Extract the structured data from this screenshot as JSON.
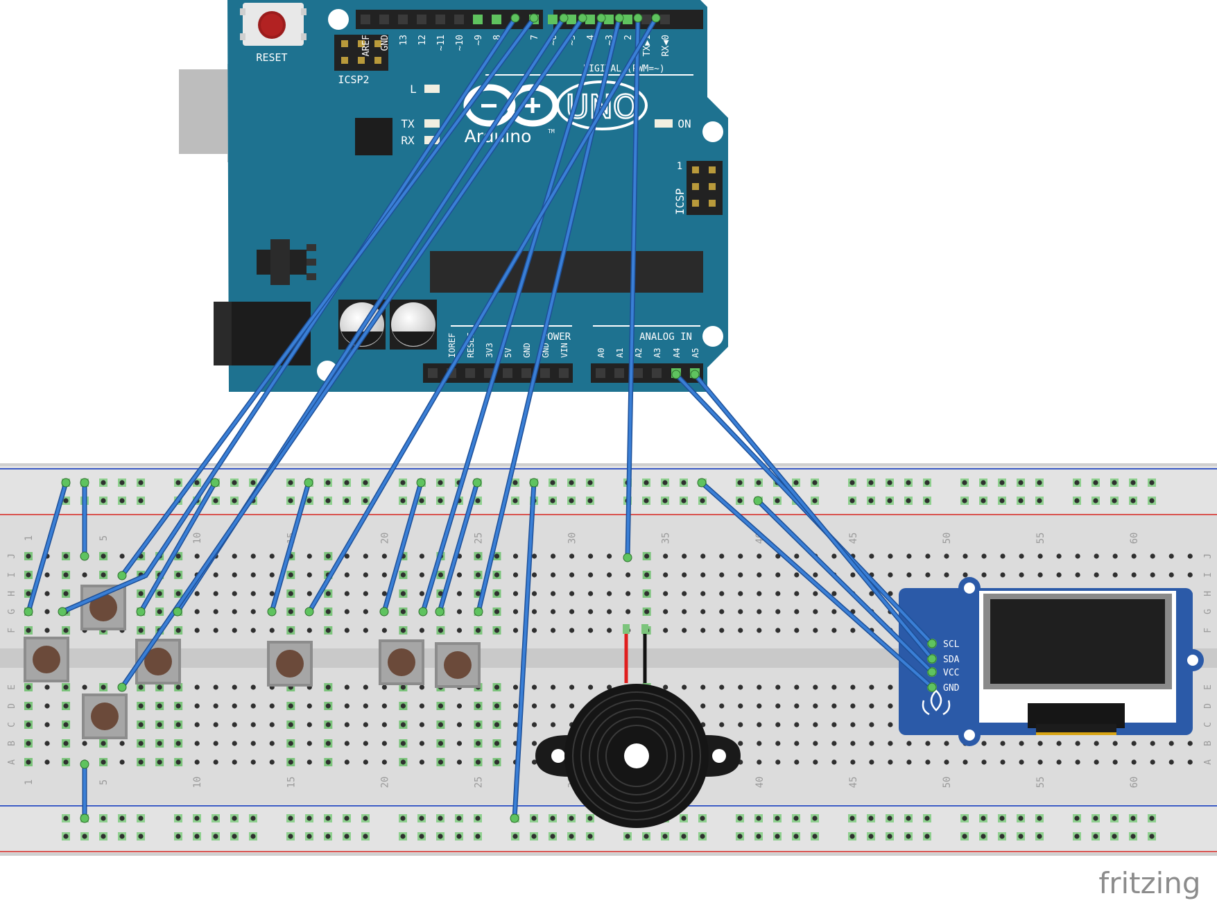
{
  "arduino": {
    "reset_label": "RESET",
    "icsp2_label": "ICSP2",
    "icsp_label": "ICSP",
    "icsp_pin1": "1",
    "led_l": "L",
    "led_tx": "TX",
    "led_rx": "RX",
    "led_on": "ON",
    "brand": "Arduino",
    "trademark": "TM",
    "model": "UNO",
    "digital_label": "DIGITAL (PWM=~)",
    "power_label": "POWER",
    "analog_label": "ANALOG IN",
    "digital_pins": [
      "AREF",
      "GND",
      "13",
      "12",
      "~11",
      "~10",
      "~9",
      "8",
      "7",
      "~6",
      "~5",
      "4",
      "~3",
      "2",
      "TX▶1",
      "RX◀0"
    ],
    "power_pins": [
      "IOREF",
      "RESET",
      "3V3",
      "5V",
      "GND",
      "GND",
      "VIN"
    ],
    "analog_pins": [
      "A0",
      "A1",
      "A2",
      "A3",
      "A4",
      "A5"
    ]
  },
  "breadboard": {
    "column_numbers": [
      "1",
      "5",
      "10",
      "15",
      "20",
      "25",
      "30",
      "35",
      "40",
      "45",
      "50",
      "55",
      "60"
    ],
    "row_letters_top": [
      "J",
      "I",
      "H",
      "G",
      "F"
    ],
    "row_letters_bottom": [
      "E",
      "D",
      "C",
      "B",
      "A"
    ]
  },
  "oled": {
    "pin_labels": [
      "SCL",
      "SDA",
      "VCC",
      "GND"
    ]
  },
  "footer": {
    "brand": "fritzing"
  },
  "colors": {
    "board_blue": "#1e7290",
    "wire_blue": "#2e6fc4",
    "breadboard": "#dcdcdc",
    "rail_red": "#d9534f",
    "rail_blue": "#3b5bc5",
    "oled_blue": "#2b5aa8"
  }
}
